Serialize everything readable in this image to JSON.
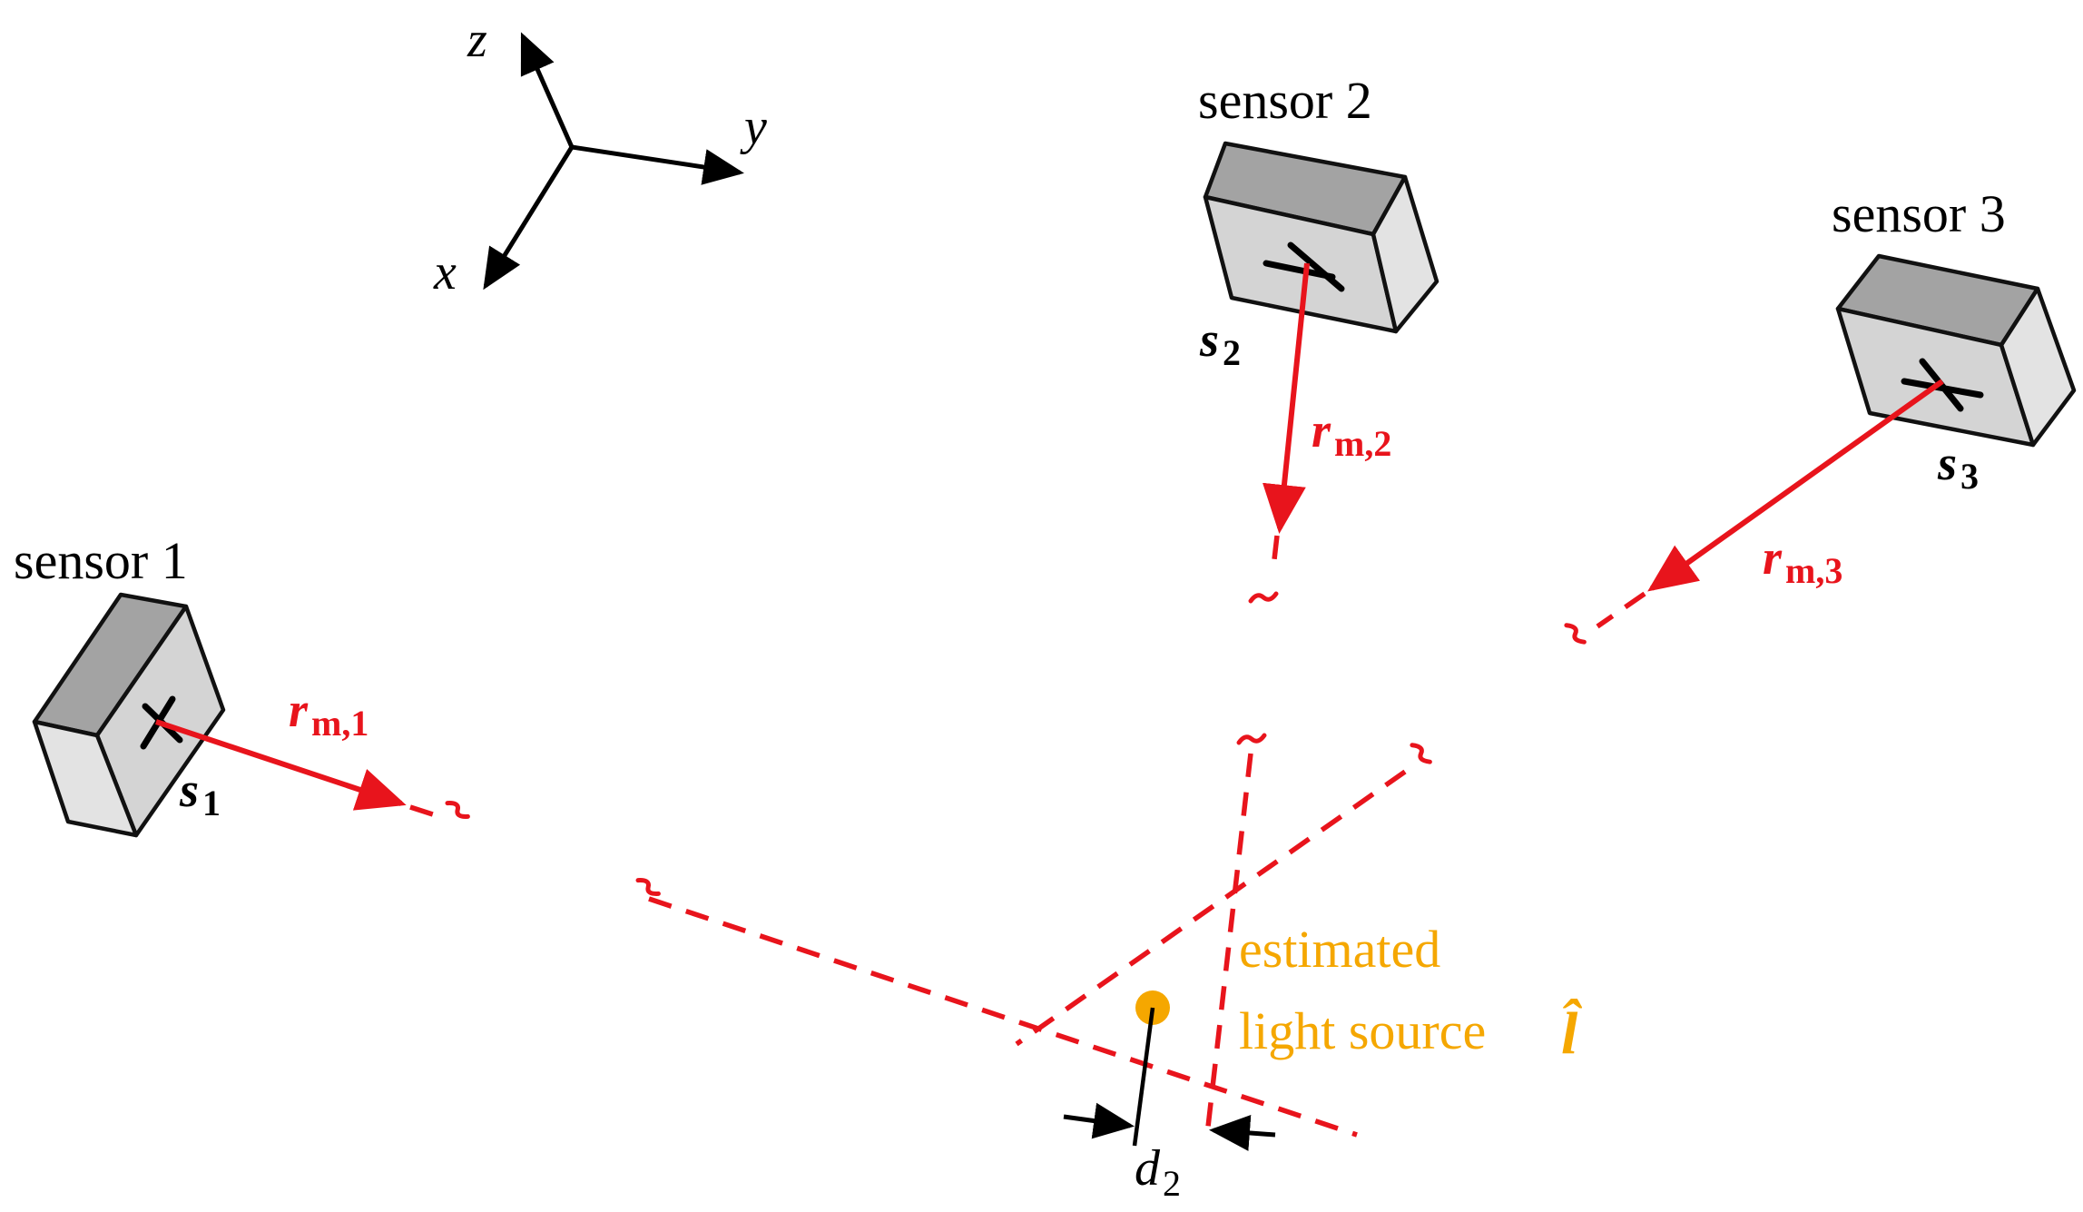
{
  "axes": {
    "z": "z",
    "y": "y",
    "x": "x"
  },
  "sensors": [
    {
      "title": "sensor 1",
      "position_symbol": "s",
      "index": "1",
      "ray_symbol": "r",
      "ray_subscript": "m,1"
    },
    {
      "title": "sensor 2",
      "position_symbol": "s",
      "index": "2",
      "ray_symbol": "r",
      "ray_subscript": "m,2"
    },
    {
      "title": "sensor 3",
      "position_symbol": "s",
      "index": "3",
      "ray_symbol": "r",
      "ray_subscript": "m,3"
    }
  ],
  "estimate": {
    "line1": "estimated",
    "line2": "light source",
    "symbol": "l̂"
  },
  "distance": {
    "symbol": "d",
    "index": "2"
  },
  "colors": {
    "ray": "#e8141c",
    "estimate": "#f5a700",
    "box_front": "#d4d4d4",
    "box_top": "#a3a3a3",
    "box_side": "#e3e3e3"
  }
}
